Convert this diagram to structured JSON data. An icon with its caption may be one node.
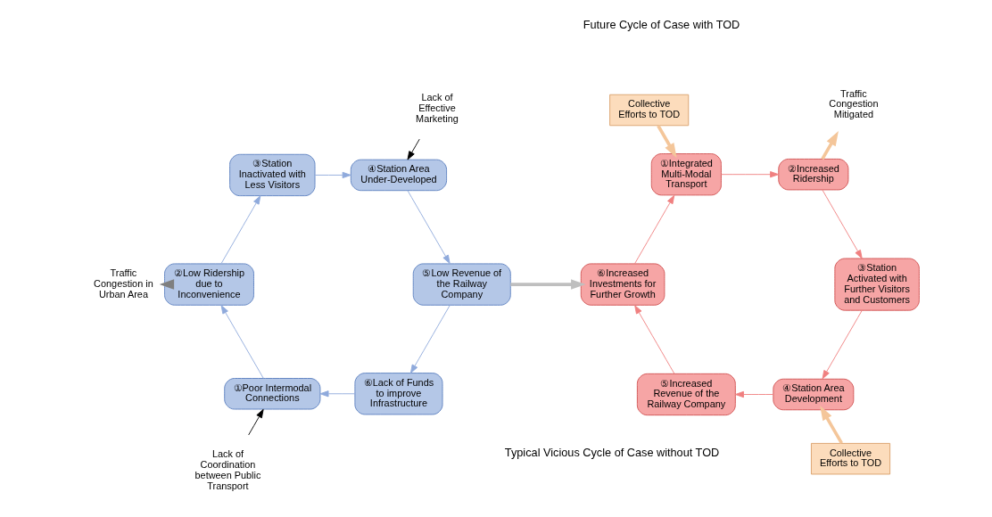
{
  "diagram": {
    "nodes": [
      {
        "text": [
          "①Poor Intermodal Connections"
        ]
      },
      {
        "text": [
          "②Low Ridership due to Inconvenience"
        ]
      },
      {
        "text": [
          "③Station Inactivated with Less Visitors"
        ]
      },
      {
        "text": [
          "④Station Area Under-Developed"
        ]
      },
      {
        "text": [
          "⑤Low Revenue of the Railway Company"
        ]
      },
      {
        "text": [
          "⑥Lack of Funds to improve Infrastructure"
        ]
      },
      {
        "text": [
          "Lack of Coordination between Public Transport"
        ]
      },
      {
        "text": [
          "Traffic Congestion in Urban Area"
        ]
      },
      {
        "text": [
          "Lack of Effective Marketing"
        ]
      },
      {
        "text": [
          "①Integrated Multi-Modal Transport"
        ]
      },
      {
        "text": [
          "②Increased Ridership"
        ]
      },
      {
        "text": [
          "③Station Activated with Further Visitors and Customers"
        ]
      },
      {
        "text": [
          "④Station Area Development"
        ]
      },
      {
        "text": [
          "⑤Increased Revenue of the Railway Company"
        ]
      },
      {
        "text": [
          "⑥Increased Investments for Further Growth"
        ]
      },
      {
        "text": [
          "Collective Efforts to TOD"
        ]
      },
      {
        "text": [
          "Traffic Congestion Mitigated"
        ]
      },
      {
        "text": [
          "Collective Efforts to TOD"
        ]
      }
    ],
    "edges": [
      {
        "from": 0,
        "to": 1,
        "arrow": "to",
        "color": "#8faadc"
      },
      {
        "from": 1,
        "to": 2,
        "arrow": "to",
        "color": "#8faadc"
      },
      {
        "from": 2,
        "to": 3,
        "arrow": "to",
        "color": "#8faadc"
      },
      {
        "from": 3,
        "to": 4,
        "arrow": "to",
        "color": "#8faadc"
      },
      {
        "from": 4,
        "to": 5,
        "arrow": "to",
        "color": "#8faadc"
      },
      {
        "from": 5,
        "to": 0,
        "arrow": "to",
        "color": "#8faadc"
      },
      {
        "from": 6,
        "to": 0,
        "arrow": "to",
        "color": "#000000"
      },
      {
        "from": 1,
        "to": 7,
        "arrow": "to",
        "style": "thick",
        "color": "#7f7f7f"
      },
      {
        "from": 8,
        "to": 3,
        "arrow": "to",
        "color": "#000000"
      },
      {
        "from": 4,
        "to": 14,
        "arrow": "to",
        "style": "thick",
        "color": "#bfbfbf"
      },
      {
        "from": 9,
        "to": 10,
        "arrow": "to",
        "color": "#f08080"
      },
      {
        "from": 10,
        "to": 11,
        "arrow": "to",
        "color": "#f08080"
      },
      {
        "from": 11,
        "to": 12,
        "arrow": "to",
        "color": "#f08080"
      },
      {
        "from": 12,
        "to": 13,
        "arrow": "to",
        "color": "#f08080"
      },
      {
        "from": 13,
        "to": 14,
        "arrow": "to",
        "color": "#f08080"
      },
      {
        "from": 14,
        "to": 9,
        "arrow": "to",
        "color": "#f08080"
      },
      {
        "from": 15,
        "to": 9,
        "arrow": "to",
        "style": "thick",
        "color": "#f4c69a"
      },
      {
        "from": 10,
        "to": 16,
        "arrow": "to",
        "style": "thick",
        "color": "#f4c69a"
      },
      {
        "from": 17,
        "to": 12,
        "arrow": "to",
        "style": "thick",
        "color": "#f4c69a"
      }
    ],
    "labels": [
      "Typical Vicious Cycle of Case without TOD",
      "Future Cycle of Case with TOD"
    ]
  }
}
